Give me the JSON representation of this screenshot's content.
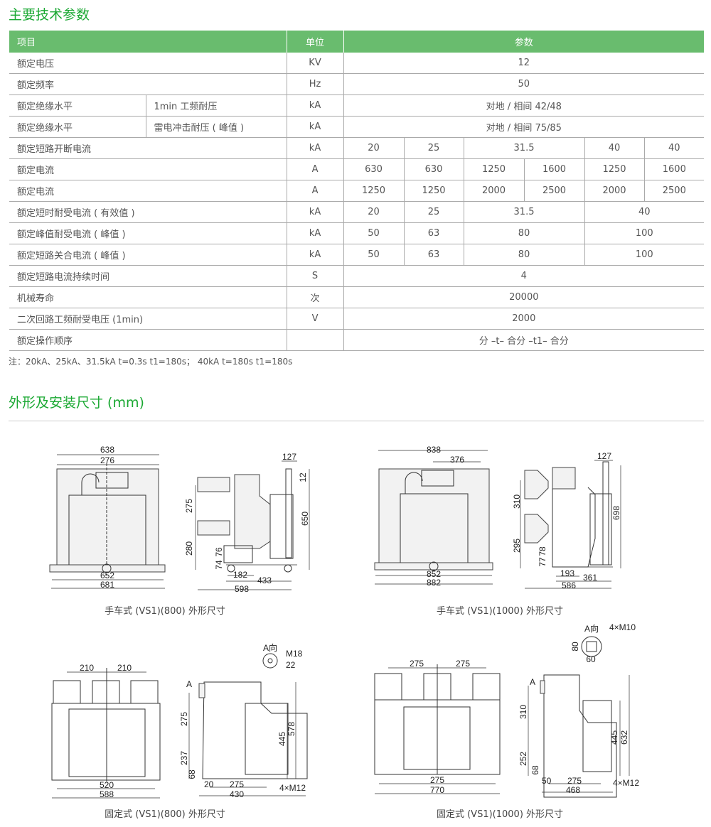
{
  "section1_title": "主要技术参数",
  "table": {
    "headers": [
      "项目",
      "单位",
      "参数"
    ],
    "rows": [
      {
        "item": "额定电压",
        "unit": "KV",
        "values": [
          "12"
        ]
      },
      {
        "item": "额定频率",
        "unit": "Hz",
        "values": [
          "50"
        ]
      },
      {
        "item": "额定绝缘水平",
        "sub": "1min 工频耐压",
        "unit": "kA",
        "values": [
          "对地 / 相间 42/48"
        ]
      },
      {
        "item": "额定绝缘水平",
        "sub": "雷电冲击耐压 ( 峰值 )",
        "unit": "kA",
        "values": [
          "对地 / 相间 75/85"
        ]
      },
      {
        "item": "额定短路开断电流",
        "unit": "kA",
        "values": [
          "20",
          "25",
          "31.5",
          "40",
          "40"
        ]
      },
      {
        "item": "额定电流",
        "unit": "A",
        "values": [
          "630",
          "630",
          "1250",
          "1600",
          "1250",
          "1600"
        ]
      },
      {
        "item": "额定电流",
        "unit": "A",
        "values": [
          "1250",
          "1250",
          "2000",
          "2500",
          "2000",
          "2500"
        ]
      },
      {
        "item": "额定短时耐受电流 ( 有效值 )",
        "unit": "kA",
        "values": [
          "20",
          "25",
          "31.5",
          "40"
        ]
      },
      {
        "item": "额定峰值耐受电流 ( 峰值 )",
        "unit": "kA",
        "values": [
          "50",
          "63",
          "80",
          "100"
        ]
      },
      {
        "item": "额定短路关合电流 ( 峰值 )",
        "unit": "kA",
        "values": [
          "50",
          "63",
          "80",
          "100"
        ]
      },
      {
        "item": "额定短路电流持续时间",
        "unit": "S",
        "values": [
          "4"
        ]
      },
      {
        "item": "机械寿命",
        "unit": "次",
        "values": [
          "20000"
        ]
      },
      {
        "item": "二次回路工频耐受电压 (1min)",
        "unit": "V",
        "values": [
          "2000"
        ]
      },
      {
        "item": "额定操作顺序",
        "unit": "",
        "values": [
          "分 –t– 合分 –t1– 合分"
        ]
      }
    ]
  },
  "note": "注：20kA、25kA、31.5kA   t=0.3s  t1=180s；   40kA  t=180s  t1=180s",
  "section2_title": "外形及安装尺寸 (mm)",
  "drawings": [
    {
      "caption": "手车式 (VS1)(800) 外形尺寸",
      "dims": [
        "638",
        "276",
        "652",
        "681",
        "127",
        "12",
        "275",
        "280",
        "650",
        "76",
        "74",
        "182",
        "433",
        "598"
      ]
    },
    {
      "caption": "手车式 (VS1)(1000) 外形尺寸",
      "dims": [
        "838",
        "376",
        "852",
        "882",
        "127",
        "310",
        "295",
        "698",
        "78",
        "77",
        "193",
        "361",
        "586"
      ]
    },
    {
      "caption": "固定式 (VS1)(800) 外形尺寸",
      "dims": [
        "210",
        "210",
        "520",
        "588",
        "A",
        "A向",
        "M18",
        "22",
        "275",
        "237",
        "68",
        "578",
        "445",
        "20",
        "275",
        "4×M12",
        "430"
      ]
    },
    {
      "caption": "固定式 (VS1)(1000) 外形尺寸",
      "dims": [
        "275",
        "275",
        "275",
        "770",
        "A",
        "A向",
        "4×M10",
        "80",
        "60",
        "310",
        "252",
        "68",
        "445",
        "632",
        "50",
        "275",
        "4×M12",
        "468"
      ]
    }
  ]
}
